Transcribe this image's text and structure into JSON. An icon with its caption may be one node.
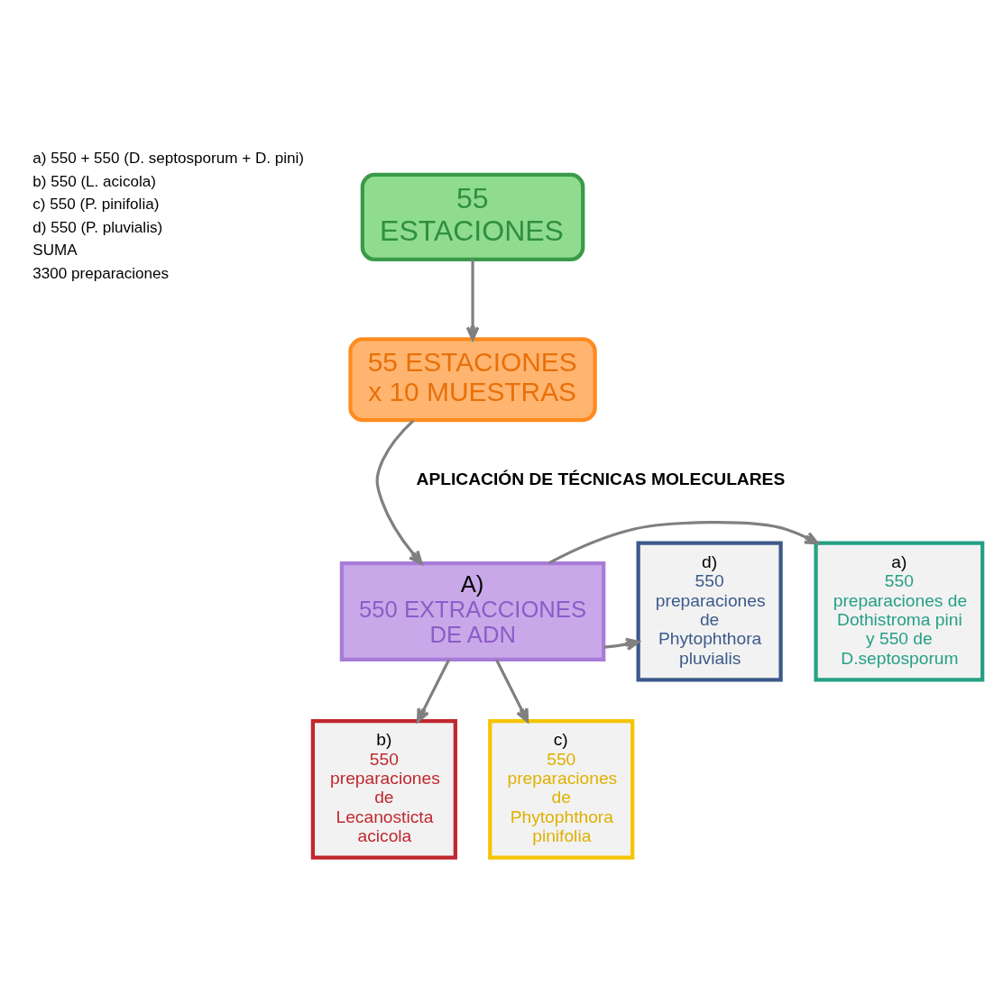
{
  "diagram": {
    "nodes": [
      {
        "text": [
          "55 ESTACIONES"
        ]
      },
      {
        "text": [
          "55 ESTACIONES x 10 MUESTRAS"
        ]
      },
      {
        "text": [
          "A)",
          "550 EXTRACCIONES DE ADN"
        ]
      },
      {
        "text": [
          "a)",
          "550 preparaciones de Dothistroma pini y 550 de D.septosporum"
        ]
      },
      {
        "text": [
          "b)",
          "550 preparaciones de Lecanosticta acicola"
        ]
      },
      {
        "text": [
          "c)",
          "550 preparaciones de Phytophthora pinifolia"
        ]
      },
      {
        "text": [
          "d)",
          "550 preparaciones de Phytophthora pluvialis"
        ]
      }
    ],
    "edges": [
      {
        "from": 0,
        "to": 1,
        "arrow": "to"
      },
      {
        "from": 1,
        "to": 2,
        "arrow": "to"
      },
      {
        "from": 2,
        "to": 3,
        "arrow": "to"
      },
      {
        "from": 2,
        "to": 4,
        "arrow": "to"
      },
      {
        "from": 2,
        "to": 5,
        "arrow": "to"
      },
      {
        "from": 2,
        "to": 6,
        "arrow": "to"
      }
    ],
    "labels": [
      "a) 550 + 550 (D. septosporum + D. pini)",
      "b) 550 (L. acicola)",
      "c) 550 (P. pinifolia)",
      "d) 550 (P. pluvialis)",
      "SUMA",
      "3300 preparaciones",
      "APLICACIÓN DE TÉCNICAS MOLECULARES"
    ]
  }
}
